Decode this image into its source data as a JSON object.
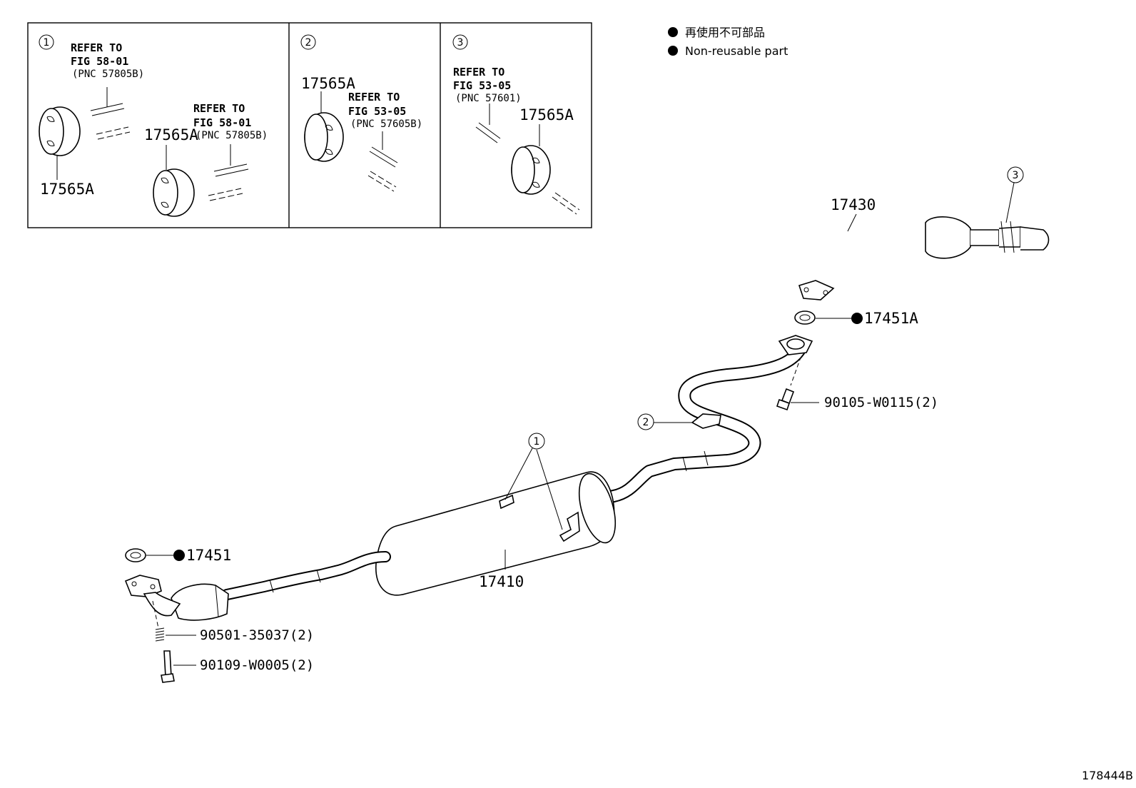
{
  "legend": {
    "line1": "再使用不可部品",
    "line2": "Non-reusable part"
  },
  "figure_id": "178444B",
  "insets": [
    {
      "number": "1",
      "refs": [
        {
          "line1": "REFER TO",
          "line2": "FIG 58-01",
          "pnc": "(PNC 57805B)"
        },
        {
          "line1": "REFER TO",
          "line2": "FIG 58-01",
          "pnc": "(PNC 57805B)"
        }
      ],
      "labels": [
        "17565A",
        "17565A"
      ]
    },
    {
      "number": "2",
      "refs": [
        {
          "line1": "REFER TO",
          "line2": "FIG 53-05",
          "pnc": "(PNC 57605B)"
        }
      ],
      "labels": [
        "17565A"
      ]
    },
    {
      "number": "3",
      "refs": [
        {
          "line1": "REFER TO",
          "line2": "FIG 53-05",
          "pnc": "(PNC 57601)"
        }
      ],
      "labels": [
        "17565A"
      ]
    }
  ],
  "parts": {
    "front_pipe": "17410",
    "tail_pipe": "17430",
    "gasket_front": "17451",
    "gasket_rear": "17451A",
    "spring": "90501-35037(2)",
    "bolt_front": "90109-W0005(2)",
    "bolt_rear": "90105-W0115(2)"
  },
  "callouts": [
    "1",
    "2",
    "3"
  ]
}
